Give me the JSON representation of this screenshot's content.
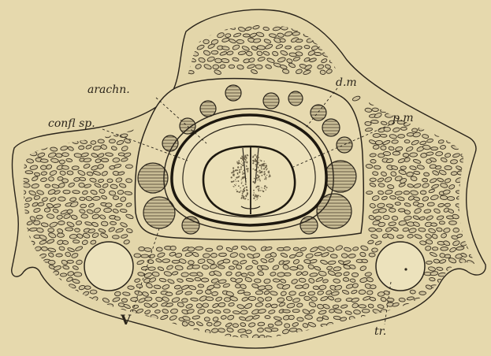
{
  "figure": {
    "labels": {
      "arachn": "arachn.",
      "dm": "d.m",
      "confl_sp": "confl sp.",
      "pm": "p.m",
      "V": "V",
      "tr": "tr."
    },
    "colors": {
      "paper": "#e6d9ad",
      "ink": "#2a241a",
      "cell_fill": "#cfc29b",
      "vessel_fill": "#b8ad8c"
    }
  }
}
